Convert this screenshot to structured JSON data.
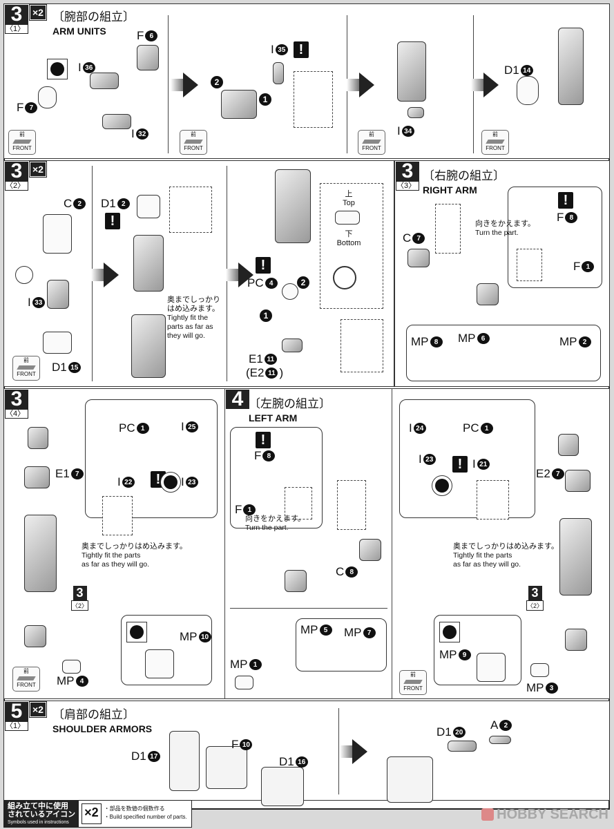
{
  "steps": {
    "s3_1": {
      "num": "3",
      "sub": "〈1〉",
      "mult": "×2",
      "title_jp": "〔腕部の組立〕",
      "title_en": "ARM UNITS"
    },
    "s3_2": {
      "num": "3",
      "sub": "〈2〉",
      "mult": "×2"
    },
    "s3_3": {
      "num": "3",
      "sub": "〈3〉",
      "title_jp": "〔右腕の組立〕",
      "title_en": "RIGHT ARM"
    },
    "s3_4": {
      "num": "3",
      "sub": "〈4〉"
    },
    "s4": {
      "num": "4",
      "title_jp": "〔左腕の組立〕",
      "title_en": "LEFT ARM"
    },
    "s5_1": {
      "num": "5",
      "sub": "〈1〉",
      "mult": "×2",
      "title_jp": "〔肩部の組立〕",
      "title_en": "SHOULDER ARMORS"
    }
  },
  "front_icon": {
    "jp": "前",
    "en": "FRONT"
  },
  "parts": {
    "f6": {
      "l": "F",
      "n": "6"
    },
    "i36": {
      "l": "I",
      "n": "36"
    },
    "f7": {
      "l": "F",
      "n": "7"
    },
    "i32": {
      "l": "I",
      "n": "32"
    },
    "i35": {
      "l": "I",
      "n": "35"
    },
    "i34": {
      "l": "I",
      "n": "34"
    },
    "d1_14": {
      "l": "D1",
      "n": "14"
    },
    "c2": {
      "l": "C",
      "n": "2"
    },
    "i33": {
      "l": "I",
      "n": "33"
    },
    "d1_15": {
      "l": "D1",
      "n": "15"
    },
    "d1_2": {
      "l": "D1",
      "n": "2"
    },
    "pc4": {
      "l": "PC",
      "n": "4"
    },
    "e1_11": {
      "l": "E1",
      "n": "11"
    },
    "e2_11": {
      "l": "(E2",
      "n": "11",
      "close": ")"
    },
    "c7": {
      "l": "C",
      "n": "7"
    },
    "f8a": {
      "l": "F",
      "n": "8"
    },
    "f1a": {
      "l": "F",
      "n": "1"
    },
    "mp8": {
      "l": "MP",
      "n": "8"
    },
    "mp6": {
      "l": "MP",
      "n": "6"
    },
    "mp2": {
      "l": "MP",
      "n": "2"
    },
    "pc1a": {
      "l": "PC",
      "n": "1"
    },
    "i25": {
      "l": "I",
      "n": "25"
    },
    "e1_7": {
      "l": "E1",
      "n": "7"
    },
    "i22": {
      "l": "I",
      "n": "22"
    },
    "i23a": {
      "l": "I",
      "n": "23"
    },
    "mp10": {
      "l": "MP",
      "n": "10"
    },
    "mp4": {
      "l": "MP",
      "n": "4"
    },
    "f8b": {
      "l": "F",
      "n": "8"
    },
    "f1b": {
      "l": "F",
      "n": "1"
    },
    "c8": {
      "l": "C",
      "n": "8"
    },
    "mp5": {
      "l": "MP",
      "n": "5"
    },
    "mp7": {
      "l": "MP",
      "n": "7"
    },
    "mp1": {
      "l": "MP",
      "n": "1"
    },
    "i24": {
      "l": "I",
      "n": "24"
    },
    "pc1b": {
      "l": "PC",
      "n": "1"
    },
    "i23b": {
      "l": "I",
      "n": "23"
    },
    "i21": {
      "l": "I",
      "n": "21"
    },
    "e2_7": {
      "l": "E2",
      "n": "7"
    },
    "mp9": {
      "l": "MP",
      "n": "9"
    },
    "mp3": {
      "l": "MP",
      "n": "3"
    },
    "d1_17": {
      "l": "D1",
      "n": "17"
    },
    "f10": {
      "l": "F",
      "n": "10"
    },
    "d1_16": {
      "l": "D1",
      "n": "16"
    },
    "d1_20": {
      "l": "D1",
      "n": "20"
    },
    "a2": {
      "l": "A",
      "n": "2"
    }
  },
  "notes": {
    "fit_jp": "奥までしっかりはめ込みます。",
    "fit_jp_a": "奥までしっかり",
    "fit_jp_b": "はめ込みます。",
    "fit_en": "Tightly fit the parts as far as they will go.",
    "fit_en_a": "Tightly fit the",
    "fit_en_b": "parts as far as",
    "fit_en_c": "they will go.",
    "fit_en_d": "Tightly fit the parts",
    "fit_en_e": "as far as they will go.",
    "turn_jp": "向きをかえます。",
    "turn_en": "Turn the part.",
    "top_jp": "上",
    "top_en": "Top",
    "bottom_jp": "下",
    "bottom_en": "Bottom",
    "warn": "!",
    "order1": "1",
    "order2": "2"
  },
  "refs": {
    "num": "3",
    "sub": "〈2〉"
  },
  "legend": {
    "title_jp_1": "組み立て中に使用",
    "title_jp_2": "されているアイコン",
    "title_en": "Symbols used in instructions",
    "icon": "×2",
    "desc_jp": "・部品を数値の個数作る",
    "desc_en": "・Build specified number of parts."
  },
  "watermark": "HOBBY SEARCH"
}
